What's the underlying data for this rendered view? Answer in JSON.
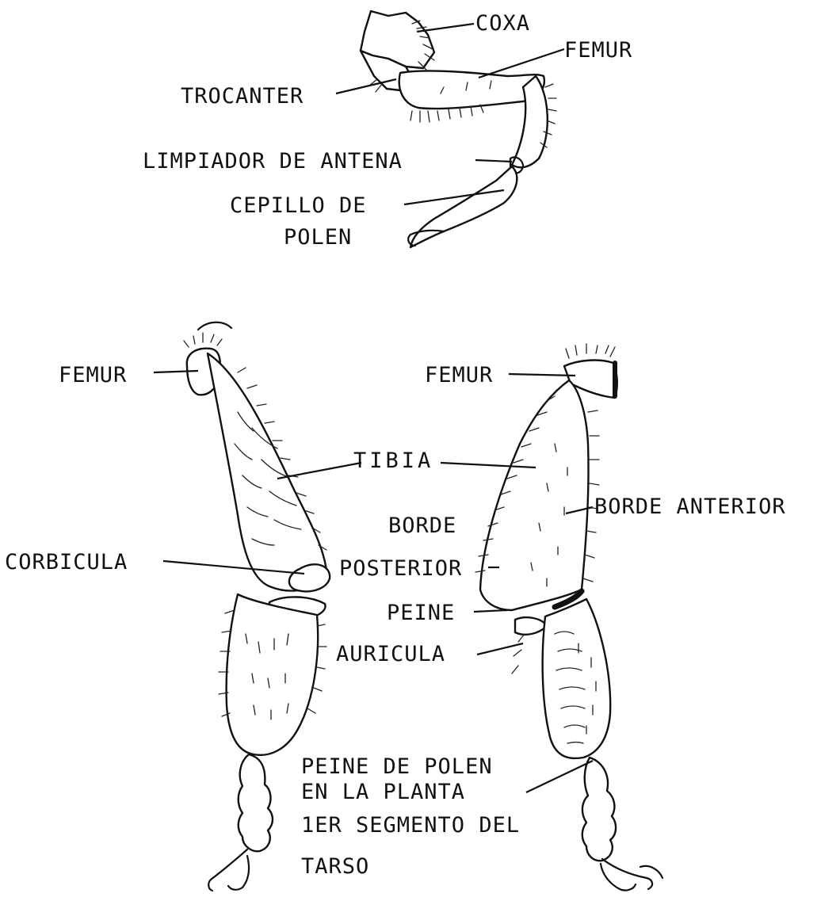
{
  "diagram": {
    "top_leg_labels": {
      "coxa": "COXA",
      "femur": "FEMUR",
      "trocanter": "TROCANTER",
      "limpiador": "LIMPIADOR DE ANTENA",
      "cepillo_1": "CEPILLO DE",
      "cepillo_2": "POLEN"
    },
    "left_leg_labels": {
      "femur": "FEMUR",
      "corbicula": "CORBICULA"
    },
    "center_labels": {
      "tibia": "TIBIA",
      "borde_1": "BORDE",
      "borde_2": "POSTERIOR",
      "peine": "PEINE",
      "auricula": "AURICULA",
      "peine_polen_1": "PEINE DE POLEN",
      "peine_polen_2": "EN LA PLANTA",
      "segmento": "1ER SEGMENTO DEL",
      "tarso": "TARSO"
    },
    "right_leg_labels": {
      "femur": "FEMUR",
      "borde_anterior": "BORDE ANTERIOR"
    }
  }
}
